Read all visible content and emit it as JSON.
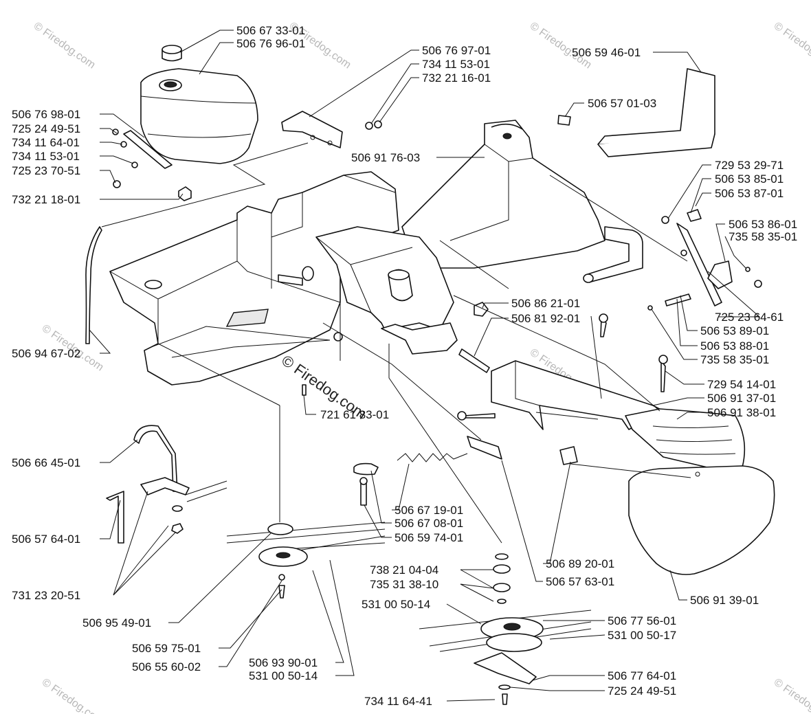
{
  "watermark": {
    "corner_text": "© Firedog.com",
    "center_text": "© Firedog.com"
  },
  "labels": {
    "l_506673301": "506 67 33-01",
    "l_506769601": "506 76 96-01",
    "l_506769701": "506 76 97-01",
    "l_734115301a": "734 11 53-01",
    "l_732211601": "732 21 16-01",
    "l_506594601": "506 59 46-01",
    "l_506570103": "506 57 01-03",
    "l_506769801": "506 76 98-01",
    "l_725244951a": "725 24 49-51",
    "l_734116401": "734 11 64-01",
    "l_734115301b": "734 11 53-01",
    "l_725237051": "725 23 70-51",
    "l_732211801": "732 21 18-01",
    "l_506917603": "506 91 76-03",
    "l_729532971": "729 53 29-71",
    "l_506538501": "506 53 85-01",
    "l_506538701": "506 53 87-01",
    "l_506538601": "506 53 86-01",
    "l_735583501a": "735 58 35-01",
    "l_506862101": "506 86 21-01",
    "l_506819201": "506 81 92-01",
    "l_725236461": "725 23 64-61",
    "l_506538901": "506 53 89-01",
    "l_506538801": "506 53 88-01",
    "l_735583501b": "735 58 35-01",
    "l_729541401": "729 54 14-01",
    "l_506913701": "506 91 37-01",
    "l_506913801": "506 91 38-01",
    "l_506946702": "506 94 67-02",
    "l_721618301": "721 61 83-01",
    "l_506664501": "506 66 45-01",
    "l_506671901": "506 67 19-01",
    "l_506670801": "506 67 08-01",
    "l_506597401": "506 59 74-01",
    "l_506892001": "506 89 20-01",
    "l_506576301": "506 57 63-01",
    "l_506913901": "506 91 39-01",
    "l_506576401": "506 57 64-01",
    "l_738210404": "738 21 04-04",
    "l_735313810": "735 31 38-10",
    "l_531005014a": "531 00 50-14",
    "l_731232051": "731 23 20-51",
    "l_506954901": "506 95 49-01",
    "l_506775601": "506 77 56-01",
    "l_531005017": "531 00 50-17",
    "l_506597501": "506 59 75-01",
    "l_506556002": "506 55 60-02",
    "l_506939001": "506 93 90-01",
    "l_531005014b": "531 00 50-14",
    "l_506776401": "506 77 64-01",
    "l_725244951b": "725 24 49-51",
    "l_734116441": "734 11 64-41"
  }
}
